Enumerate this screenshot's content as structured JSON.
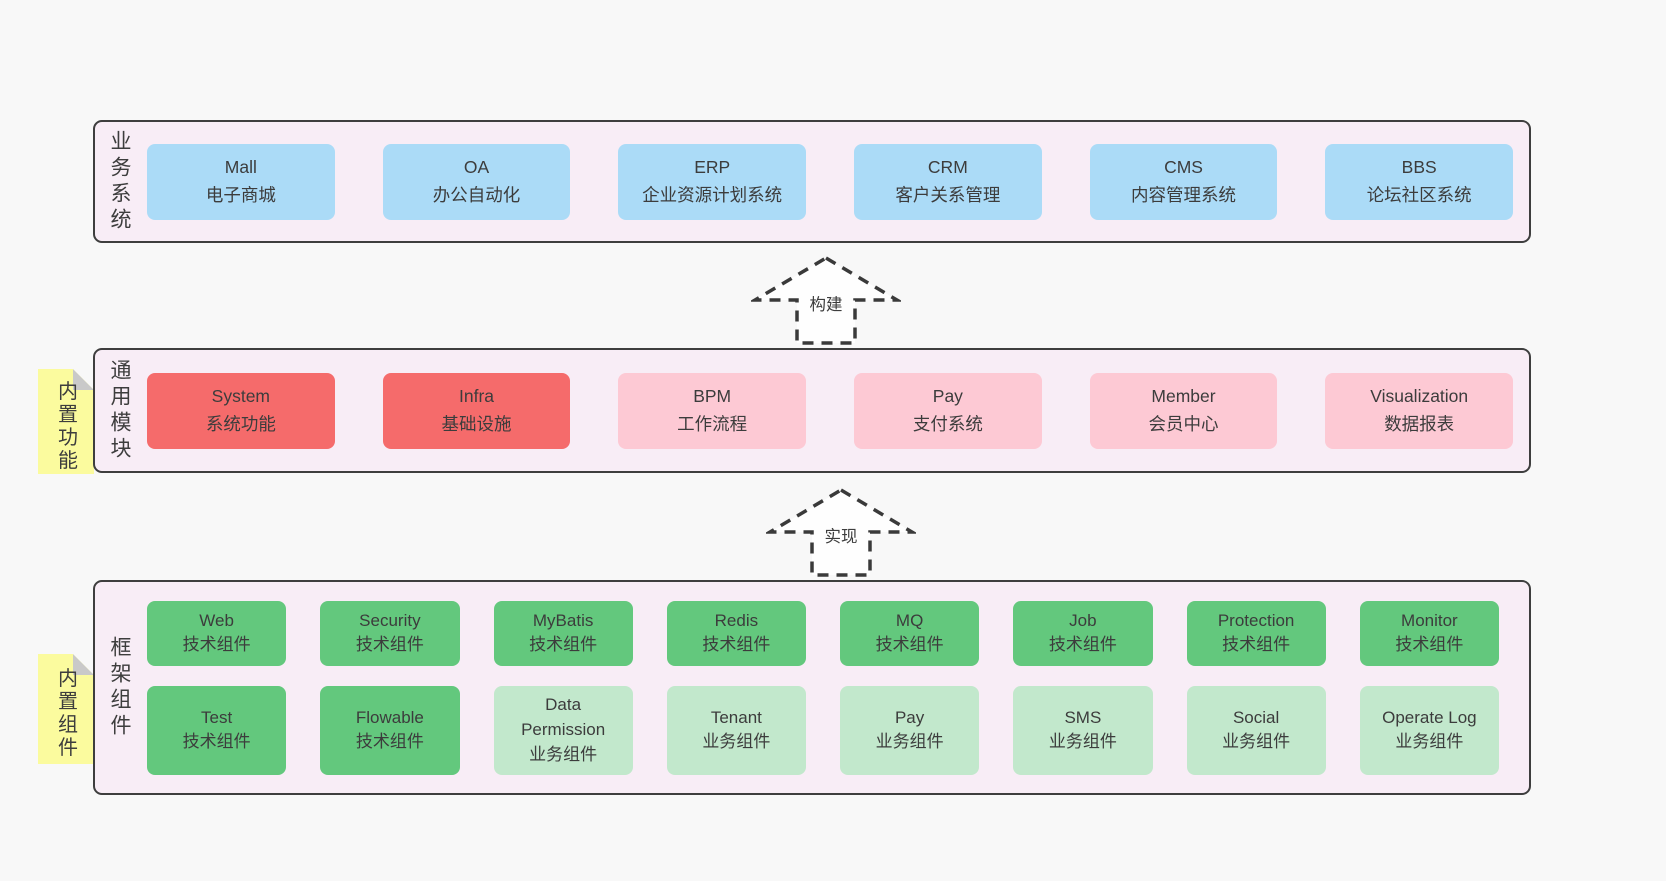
{
  "diagram": {
    "title_hint": "layered architecture diagram",
    "colors": {
      "page_bg": "#f8f8f8",
      "section_bg": "#f8edf6",
      "section_border": "#3e3e3e",
      "blue_card": "#abdbf7",
      "red_card": "#f56b6b",
      "pink_card": "#fdc9d4",
      "green_card": "#63c87d",
      "light_green_card": "#c2e8cc",
      "sticky_yellow": "#fbfb9e",
      "sticky_fold": "#c9c9c9",
      "text": "#3d3d3d"
    },
    "arrows": [
      {
        "label": "构建"
      },
      {
        "label": "实现"
      }
    ],
    "sections": [
      {
        "label": "业务系统",
        "cards": [
          {
            "name": "Mall",
            "desc": "电子商城",
            "type": "blue"
          },
          {
            "name": "OA",
            "desc": "办公自动化",
            "type": "blue"
          },
          {
            "name": "ERP",
            "desc": "企业资源计划系统",
            "type": "blue"
          },
          {
            "name": "CRM",
            "desc": "客户关系管理",
            "type": "blue"
          },
          {
            "name": "CMS",
            "desc": "内容管理系统",
            "type": "blue"
          },
          {
            "name": "BBS",
            "desc": "论坛社区系统",
            "type": "blue"
          }
        ]
      },
      {
        "label": "通用模块",
        "sticky": "内置功能",
        "cards": [
          {
            "name": "System",
            "desc": "系统功能",
            "type": "red"
          },
          {
            "name": "Infra",
            "desc": "基础设施",
            "type": "red"
          },
          {
            "name": "BPM",
            "desc": "工作流程",
            "type": "pink"
          },
          {
            "name": "Pay",
            "desc": "支付系统",
            "type": "pink"
          },
          {
            "name": "Member",
            "desc": "会员中心",
            "type": "pink"
          },
          {
            "name": "Visualization",
            "desc": "数据报表",
            "type": "pink"
          }
        ]
      },
      {
        "label": "框架组件",
        "sticky": "内置组件",
        "cards": [
          {
            "name": "Web",
            "desc": "技术组件",
            "type": "green"
          },
          {
            "name": "Security",
            "desc": "技术组件",
            "type": "green"
          },
          {
            "name": "MyBatis",
            "desc": "技术组件",
            "type": "green"
          },
          {
            "name": "Redis",
            "desc": "技术组件",
            "type": "green"
          },
          {
            "name": "MQ",
            "desc": "技术组件",
            "type": "green"
          },
          {
            "name": "Job",
            "desc": "技术组件",
            "type": "green"
          },
          {
            "name": "Protection",
            "desc": "技术组件",
            "type": "green"
          },
          {
            "name": "Monitor",
            "desc": "技术组件",
            "type": "green"
          },
          {
            "name": "Test",
            "desc": "技术组件",
            "type": "green"
          },
          {
            "name": "Flowable",
            "desc": "技术组件",
            "type": "green"
          },
          {
            "name": "Data\nPermission",
            "desc": "业务组件",
            "type": "light-green"
          },
          {
            "name": "Tenant",
            "desc": "业务组件",
            "type": "light-green"
          },
          {
            "name": "Pay",
            "desc": "业务组件",
            "type": "light-green"
          },
          {
            "name": "SMS",
            "desc": "业务组件",
            "type": "light-green"
          },
          {
            "name": "Social",
            "desc": "业务组件",
            "type": "light-green"
          },
          {
            "name": "Operate Log",
            "desc": "业务组件",
            "type": "light-green"
          }
        ]
      }
    ]
  }
}
